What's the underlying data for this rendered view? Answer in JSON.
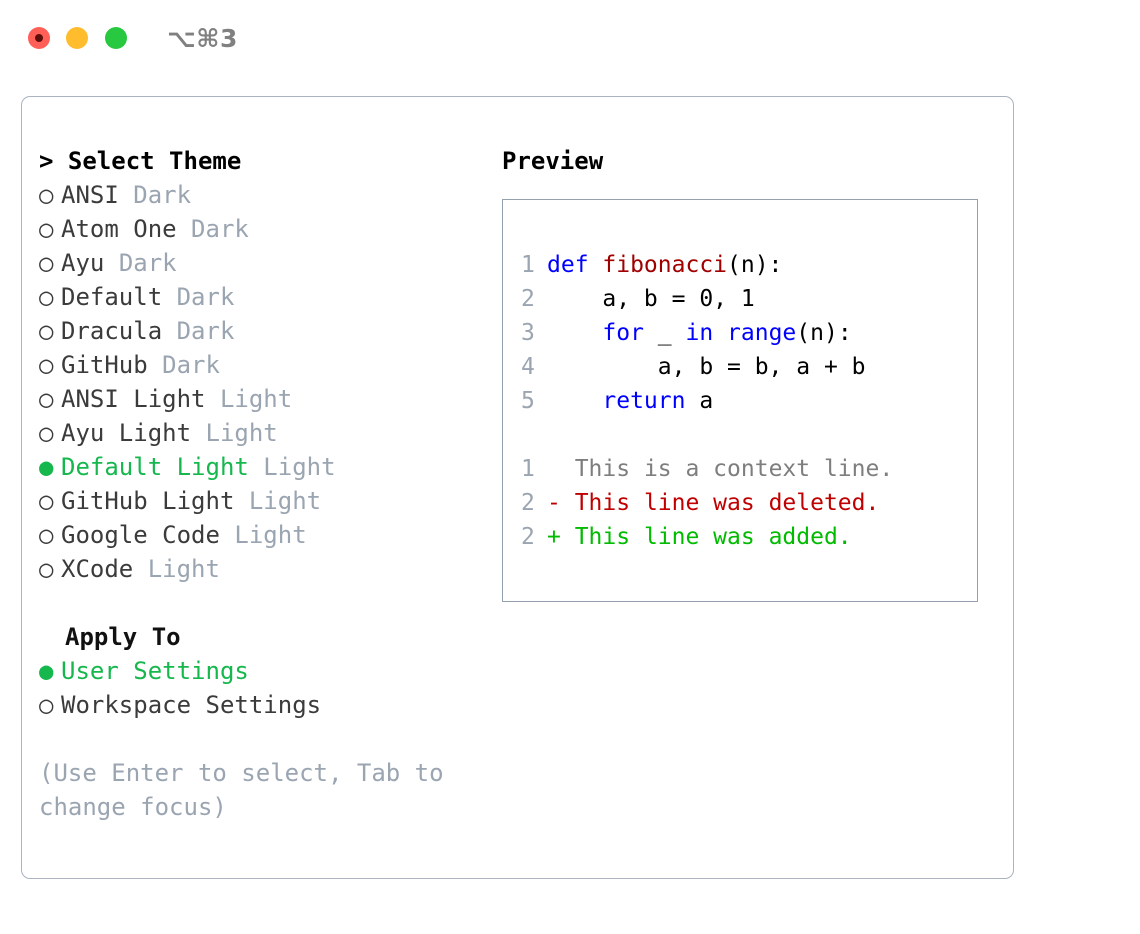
{
  "titlebar": {
    "shortcut": "⌥⌘3",
    "buttons": [
      {
        "name": "close",
        "color": "#ff5f57"
      },
      {
        "name": "minimize",
        "color": "#ffbd2e"
      },
      {
        "name": "maximize",
        "color": "#28c840"
      }
    ]
  },
  "colors": {
    "selected_green": "#16b84e",
    "muted": "#9aa5b1",
    "border": "#aab3bf",
    "keyword_blue": "#0000ff",
    "function_red": "#a00000",
    "diff_deleted": "#c00000",
    "diff_added": "#00bb00",
    "context_gray": "#7e7e7e"
  },
  "theme_panel": {
    "title": "> Select Theme",
    "options": [
      {
        "bullet": "○",
        "label": "ANSI",
        "tag": "Dark",
        "selected": false
      },
      {
        "bullet": "○",
        "label": "Atom One",
        "tag": "Dark",
        "selected": false
      },
      {
        "bullet": "○",
        "label": "Ayu",
        "tag": "Dark",
        "selected": false
      },
      {
        "bullet": "○",
        "label": "Default",
        "tag": "Dark",
        "selected": false
      },
      {
        "bullet": "○",
        "label": "Dracula",
        "tag": "Dark",
        "selected": false
      },
      {
        "bullet": "○",
        "label": "GitHub",
        "tag": "Dark",
        "selected": false
      },
      {
        "bullet": "○",
        "label": "ANSI Light",
        "tag": "Light",
        "selected": false
      },
      {
        "bullet": "○",
        "label": "Ayu Light",
        "tag": "Light",
        "selected": false
      },
      {
        "bullet": "●",
        "label": "Default Light",
        "tag": "Light",
        "selected": true
      },
      {
        "bullet": "○",
        "label": "GitHub Light",
        "tag": "Light",
        "selected": false
      },
      {
        "bullet": "○",
        "label": "Google Code",
        "tag": "Light",
        "selected": false
      },
      {
        "bullet": "○",
        "label": "XCode",
        "tag": "Light",
        "selected": false
      }
    ]
  },
  "apply_to": {
    "title": "Apply To",
    "options": [
      {
        "bullet": "●",
        "label": "User Settings",
        "selected": true
      },
      {
        "bullet": "○",
        "label": "Workspace Settings",
        "selected": false
      }
    ]
  },
  "hint": "(Use Enter to select, Tab to change focus)",
  "preview": {
    "title": "Preview",
    "code_lines": [
      {
        "number": "1",
        "segments": [
          {
            "text": "def ",
            "style": "kw"
          },
          {
            "text": "fibonacci",
            "style": "fn"
          },
          {
            "text": "(n):",
            "style": "plain"
          }
        ]
      },
      {
        "number": "2",
        "segments": [
          {
            "text": "    a, b = 0, 1",
            "style": "plain"
          }
        ]
      },
      {
        "number": "3",
        "segments": [
          {
            "text": "    ",
            "style": "plain"
          },
          {
            "text": "for",
            "style": "kw"
          },
          {
            "text": " _ ",
            "style": "plain"
          },
          {
            "text": "in",
            "style": "kw"
          },
          {
            "text": " ",
            "style": "plain"
          },
          {
            "text": "range",
            "style": "kw"
          },
          {
            "text": "(n):",
            "style": "plain"
          }
        ]
      },
      {
        "number": "4",
        "segments": [
          {
            "text": "        a, b = b, a + b",
            "style": "plain"
          }
        ]
      },
      {
        "number": "5",
        "segments": [
          {
            "text": "    ",
            "style": "plain"
          },
          {
            "text": "return",
            "style": "kw"
          },
          {
            "text": " a",
            "style": "plain"
          }
        ]
      }
    ],
    "diff_lines": [
      {
        "number": "1",
        "marker": "  ",
        "text": "This is a context line.",
        "style": "ctx"
      },
      {
        "number": "2",
        "marker": "- ",
        "text": "This line was deleted.",
        "style": "del"
      },
      {
        "number": "2",
        "marker": "+ ",
        "text": "This line was added.",
        "style": "add"
      }
    ]
  }
}
